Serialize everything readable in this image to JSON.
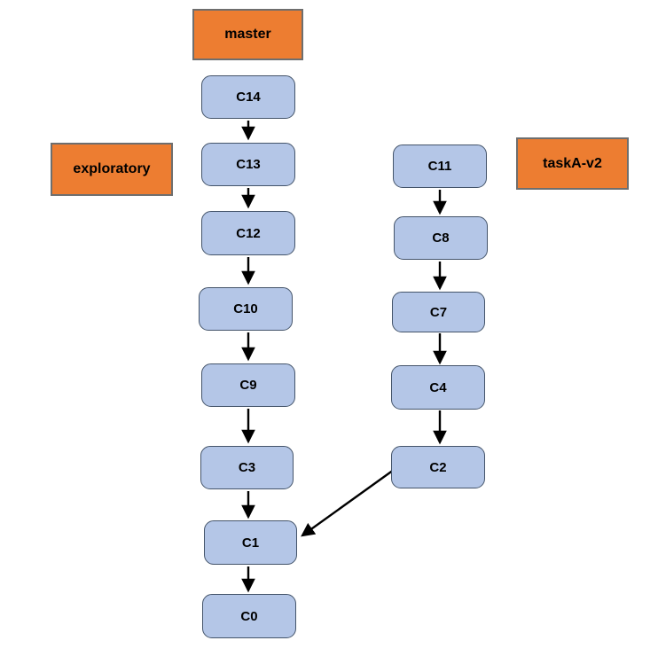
{
  "diagram": {
    "type": "git-commit-graph",
    "branches": {
      "master": "master",
      "exploratory": "exploratory",
      "taskA_v2": "taskA-v2"
    },
    "commits": {
      "c14": "C14",
      "c13": "C13",
      "c12": "C12",
      "c10": "C10",
      "c9": "C9",
      "c3": "C3",
      "c1": "C1",
      "c0": "C0",
      "c11": "C11",
      "c8": "C8",
      "c7": "C7",
      "c4": "C4",
      "c2": "C2"
    },
    "edges": [
      [
        "C14",
        "C13"
      ],
      [
        "C13",
        "C12"
      ],
      [
        "C12",
        "C10"
      ],
      [
        "C10",
        "C9"
      ],
      [
        "C9",
        "C3"
      ],
      [
        "C3",
        "C1"
      ],
      [
        "C1",
        "C0"
      ],
      [
        "C11",
        "C8"
      ],
      [
        "C8",
        "C7"
      ],
      [
        "C7",
        "C4"
      ],
      [
        "C4",
        "C2"
      ],
      [
        "C2",
        "C1"
      ]
    ]
  },
  "colors": {
    "branch_fill": "#ED7D31",
    "branch_border": "#6e6e6e",
    "commit_fill": "#B4C6E7",
    "commit_border": "#44546A",
    "arrow_color": "#000000"
  }
}
